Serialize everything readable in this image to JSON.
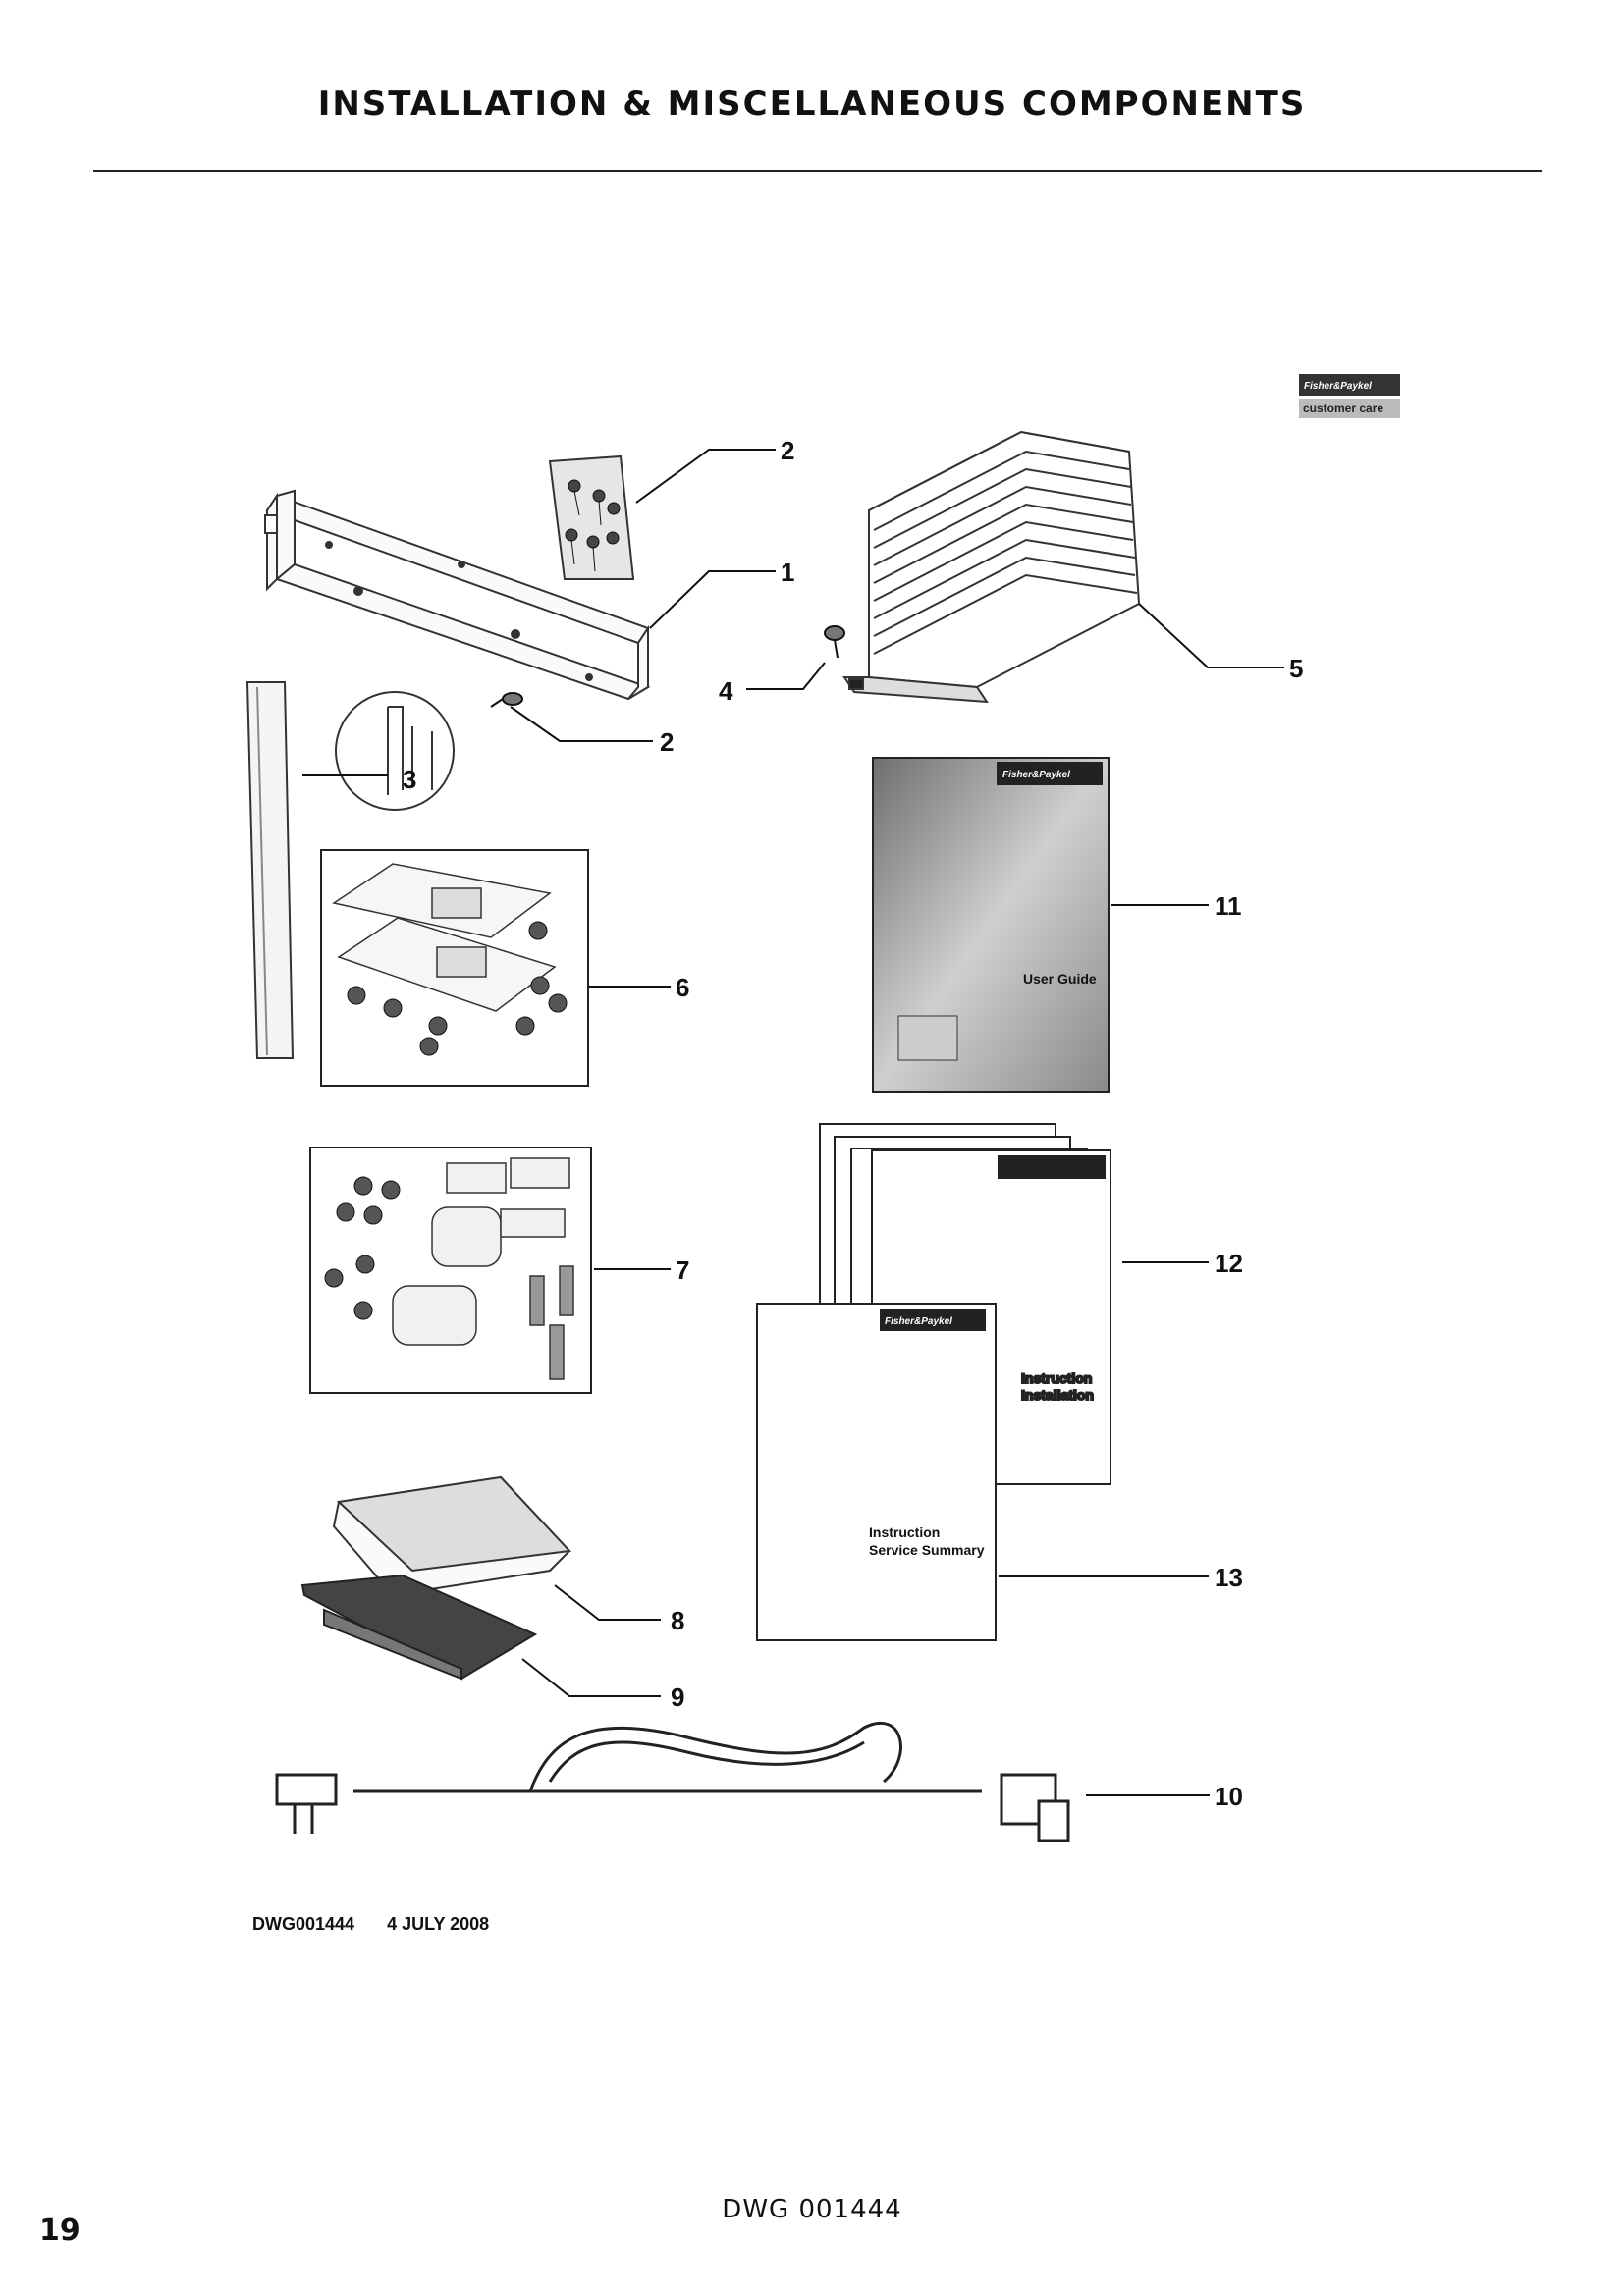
{
  "page": {
    "title": "INSTALLATION & MISCELLANEOUS COMPONENTS",
    "drawing_number": "DWG001444",
    "drawing_date": "4 JULY 2008",
    "footer_code": "DWG 001444",
    "page_number": "19"
  },
  "logo": {
    "brand": "Fisher&Paykel",
    "sub": "customer care"
  },
  "callouts": [
    "2",
    "1",
    "2",
    "3",
    "4",
    "5",
    "6",
    "7",
    "8",
    "9",
    "10",
    "11",
    "12",
    "13"
  ],
  "documents": {
    "user_guide": "User Guide",
    "manual_12_line1": "Instruction",
    "manual_12_line2": "Installation",
    "manual_13_line1": "Instruction",
    "manual_13_line2": "Service Summary",
    "brand_label": "Fisher&Paykel"
  }
}
